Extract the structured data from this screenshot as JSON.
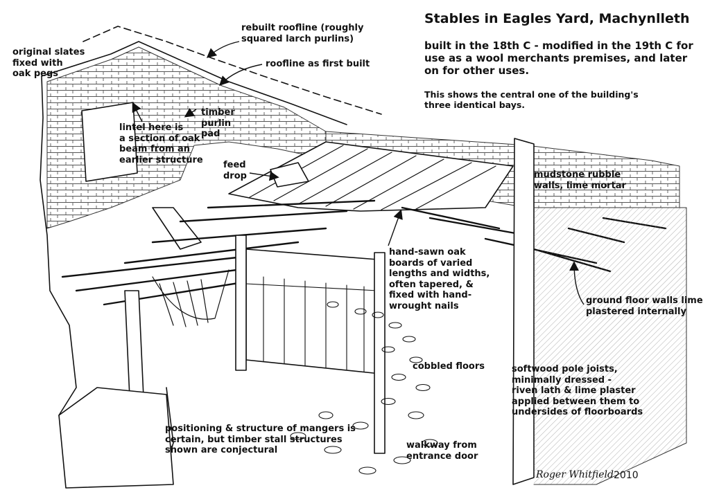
{
  "title": "Stables in Eagles Yard, Machynlleth",
  "subtitle": "built in the 18th C - modified in the 19th C for\nuse as a wool merchants premises, and later\non for other uses.",
  "note": "This shows the central one of the building's\nthree identical bays.",
  "labels": {
    "rebuilt_roofline": "rebuilt roofline (roughly\nsquared larch purlins)",
    "original_slates": "original slates\nfixed with\noak pegs",
    "roofline_first": "roofline as first built",
    "timber_purlin_pad": "timber\npurlin\npad",
    "lintel": "lintel here is\na section of oak\nbeam from an\nearlier structure",
    "feed_drop": "feed\ndrop",
    "mudstone": "mudstone rubble\nwalls, lime mortar",
    "hand_sawn": "hand-sawn oak\nboards of varied\nlengths and widths,\noften tapered, &\nfixed with hand-\nwrought nails",
    "ground_floor": "ground floor walls lime\nplastered internally",
    "cobbled": "cobbled floors",
    "softwood": "softwood pole joists,\nminimally dressed -\nriven lath & lime plaster\napplied between them to\nundersides of floorboards",
    "positioning": "positioning & structure of mangers is\ncertain, but timber stall structures\nshown are conjectural",
    "walkway": "walkway from\nentrance door"
  },
  "signature": "Roger Whitfield",
  "year": "2010"
}
